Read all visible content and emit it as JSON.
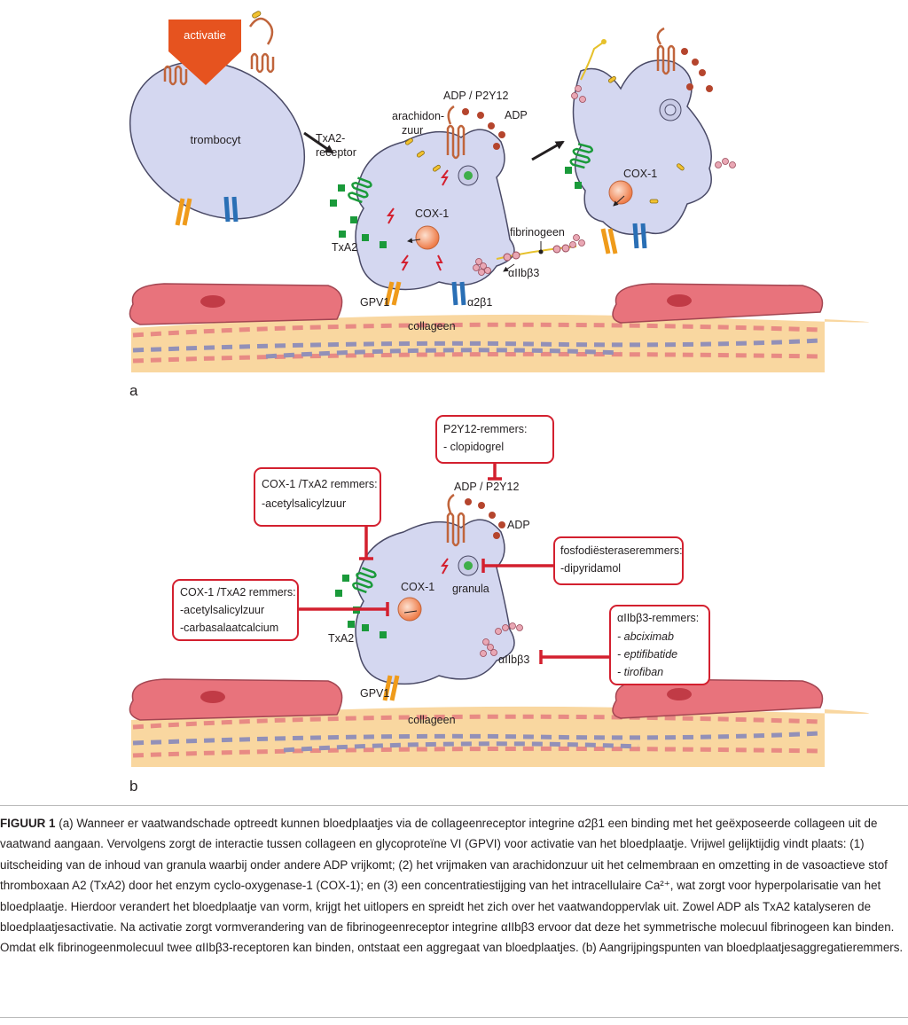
{
  "panel_a": {
    "label": "a",
    "activatie": "activatie",
    "trombocyt": "trombocyt",
    "txa2_receptor_line1": "TxA2-",
    "txa2_receptor_line2": "receptor",
    "arachidonzuur_line1": "arachidon-",
    "arachidonzuur_line2": "zuur",
    "adp_p2y12": "ADP / P2Y12",
    "adp": "ADP",
    "cox1": "COX-1",
    "cox1_right": "COX-1",
    "txa2": "TxA2",
    "fibrinogeen": "fibrinogeen",
    "integrin": "αIIbβ3",
    "gpv1": "GPV1",
    "a2b1": "α2β1",
    "collageen": "collageen"
  },
  "panel_b": {
    "label": "b",
    "adp_p2y12": "ADP / P2Y12",
    "adp": "ADP",
    "cox1": "COX-1",
    "txa2": "TxA2",
    "granula": "granula",
    "integrin": "αIIbβ3",
    "gpv1": "GPV1",
    "collageen": "collageen",
    "box_p2y12": {
      "title": "P2Y12-remmers:",
      "items": [
        "- clopidogrel"
      ]
    },
    "box_cox_top": {
      "title": "COX-1 /TxA2 remmers:",
      "items": [
        "-acetylsalicylzuur"
      ]
    },
    "box_cox_left": {
      "title": "COX-1 /TxA2 remmers:",
      "items": [
        "-acetylsalicylzuur",
        "-carbasalaatcalcium"
      ]
    },
    "box_pde": {
      "title": "fosfodiësteraseremmers:",
      "items": [
        "-dipyridamol"
      ]
    },
    "box_integrin": {
      "title": "αIIbβ3-remmers:",
      "items": [
        "- abciximab",
        "- eptifibatide",
        "- tirofiban"
      ]
    }
  },
  "caption": {
    "label": "FIGUUR 1",
    "text": "(a) Wanneer er vaatwandschade optreedt kunnen bloedplaatjes via de collageenreceptor integrine α2β1 een binding met het geëxposeerde collageen uit de vaatwand aangaan. Vervolgens zorgt de interactie tussen collageen en glycoproteïne VI (GPVI) voor activatie van het bloedplaatje. Vrijwel gelijktijdig vindt plaats: (1) uitscheiding van de inhoud van granula waarbij onder andere ADP vrijkomt; (2) het vrijmaken van arachidonzuur uit het celmembraan en omzetting in de vasoactieve stof thromboxaan A2 (TxA2) door het enzym cyclo-oxygenase-1 (COX-1); en (3) een concentratiestijging van het intracellulaire Ca²⁺, wat zorgt voor hyperpolarisatie van het bloedplaatje. Hierdoor verandert het bloedplaatje van vorm, krijgt het uitlopers en spreidt het zich over het vaatwandoppervlak uit. Zowel ADP als TxA2 katalyseren de bloedplaatjesactivatie. Na activatie zorgt vormverandering van de fibrinogeenreceptor integrine αIIbβ3 ervoor dat deze het symmetrische molecuul fibrinogeen kan binden. Omdat elk fibrinogeenmolecuul twee αIIbβ3-receptoren kan binden, ontstaat een aggregaat van bloedplaatjes. (b) Aangrijpingspunten van bloedplaatjesaggregatieremmers."
  },
  "colors": {
    "platelet_fill": "#d4d7f0",
    "platelet_stroke": "#4a4a66",
    "arrow_orange": "#e6531f",
    "receptor_brown": "#c0643b",
    "adp_dot": "#b5452d",
    "txa2_green": "#1a9a3a",
    "endothelium": "#e8737c",
    "collagen_bg": "#f9d7a0",
    "collagen_dash_red": "#e88a84",
    "collagen_dash_purple": "#9290b8",
    "inhibitor_red": "#d3202f",
    "gpv1_orange": "#ef9b1b",
    "a2b1_blue": "#2a6fb5",
    "granule_green": "#3fae49",
    "cox_orange": "#f08a5d",
    "arachidon_yellow": "#f2c230",
    "fibrinogen_pink": "#e9a7b4"
  }
}
